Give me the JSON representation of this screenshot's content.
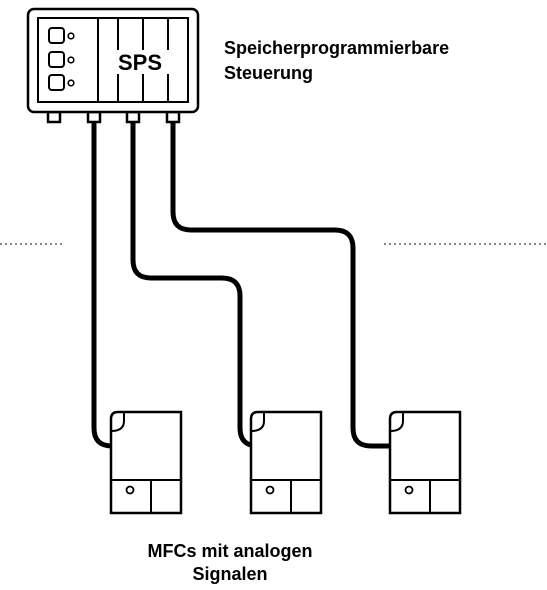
{
  "plc": {
    "label": "SPS",
    "caption_line1": "Speicherprogrammierbare",
    "caption_line2": "Steuerung"
  },
  "mfc": {
    "caption_line1": "MFCs mit analogen",
    "caption_line2": "Signalen",
    "count": 3
  },
  "colors": {
    "line": "#000000",
    "fill": "#ffffff",
    "dotted": "#888888"
  }
}
